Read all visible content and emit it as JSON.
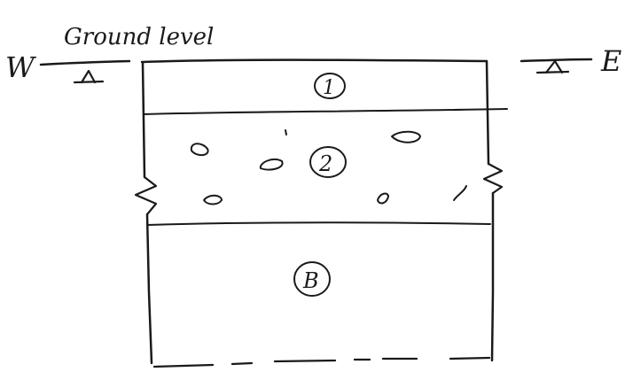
{
  "diagram": {
    "heading": "Ground level",
    "direction_left": "W",
    "direction_right": "E",
    "layers": [
      {
        "id": "1",
        "label": "1",
        "fill": "plain"
      },
      {
        "id": "2",
        "label": "2",
        "fill": "gravel"
      },
      {
        "id": "B",
        "label": "B",
        "fill": "plain"
      }
    ],
    "colors": {
      "ink": "#1a1a1a",
      "background": "#ffffff"
    }
  }
}
